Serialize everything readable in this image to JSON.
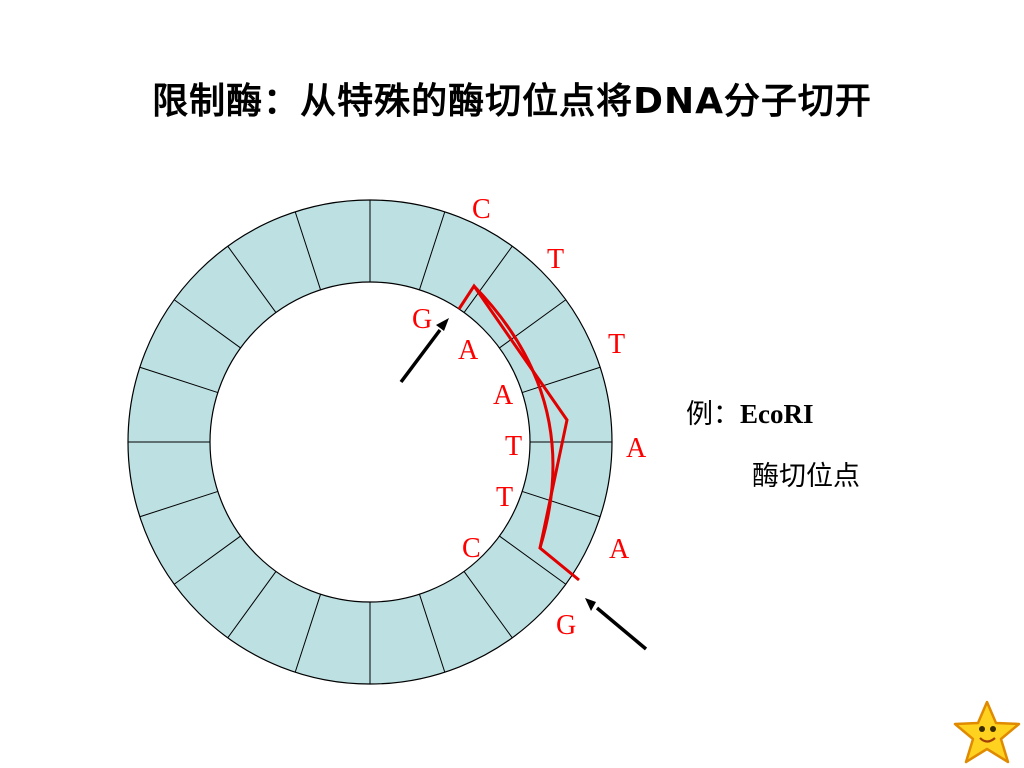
{
  "title": "限制酶：从特殊的酶切位点将DNA分子切开",
  "sequence_outer": [
    "C",
    "T",
    "T",
    "A",
    "A",
    "G"
  ],
  "sequence_inner": [
    "G",
    "A",
    "A",
    "T",
    "T",
    "C"
  ],
  "example": {
    "prefix": "例：",
    "enzyme": "EcoRI",
    "site_label": "酶切位点"
  },
  "colors": {
    "ring_fill": "#bde0e2",
    "base_text": "#ff0000",
    "cut_line": "#e00000",
    "arrow": "#000000",
    "title": "#000000"
  }
}
